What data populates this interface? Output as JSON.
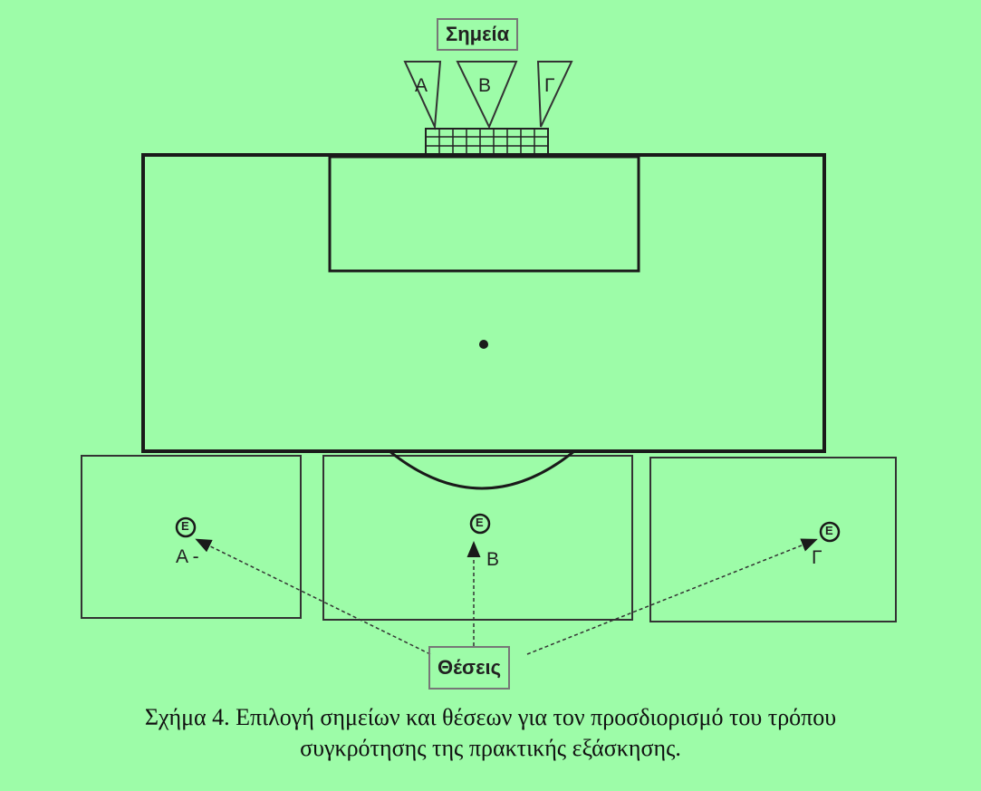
{
  "title_box": "Σημεία",
  "positions_box": "Θέσεις",
  "point_markers": [
    "Α",
    "Β",
    "Γ"
  ],
  "position_labels": [
    "Α -",
    "Β",
    "Γ"
  ],
  "player_symbol": "Ε",
  "caption": {
    "line1": "Σχήμα 4. Επιλογή σημείων και θέσεων για τον προσδιορισμό του τρόπου",
    "line2": "συγκρότησης της πρακτικής εξάσκησης."
  },
  "colors": {
    "background": "#9dfca8",
    "lines": "#1a1a1a"
  }
}
